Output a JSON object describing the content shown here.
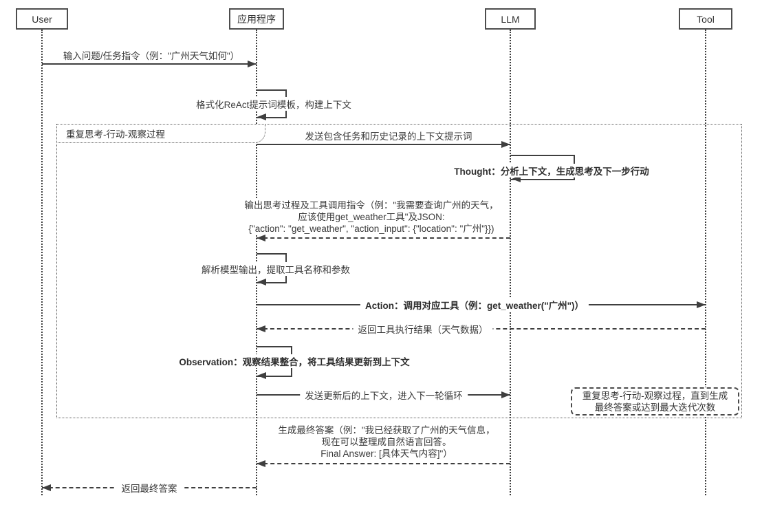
{
  "actors": [
    {
      "label": "User"
    },
    {
      "label": "应用程序"
    },
    {
      "label": "LLM"
    },
    {
      "label": "Tool"
    }
  ],
  "loop": {
    "label": "重复思考-行动-观察过程"
  },
  "note": {
    "text": "重复思考-行动-观察过程，直到生成最终答案或达到最大迭代次数"
  },
  "messages": {
    "user_input": "输入问题/任务指令（例：\"广州天气如何\"）",
    "format_prompt": "格式化ReAct提示词模板，构建上下文",
    "send_context": "发送包含任务和历史记录的上下文提示词",
    "thought": "Thought：分析上下文，生成思考及下一步行动",
    "llm_output_lines": [
      "输出思考过程及工具调用指令（例：\"我需要查询广州的天气，",
      "应该使用get_weather工具\"及JSON:",
      "{\"action\": \"get_weather\", \"action_input\": {\"location\": \"广州\"}})"
    ],
    "parse_output": "解析模型输出，提取工具名称和参数",
    "action": "Action：调用对应工具（例：get_weather(\"广州\")）",
    "tool_result": "返回工具执行结果（天气数据）",
    "observation": "Observation：观察结果整合，将工具结果更新到上下文",
    "send_updated": "发送更新后的上下文，进入下一轮循环",
    "final_answer_lines": [
      "生成最终答案（例：\"我已经获取了广州的天气信息，",
      "现在可以整理成自然语言回答。",
      "Final Answer: [具体天气内容]\"）"
    ],
    "return_final": "返回最终答案"
  }
}
